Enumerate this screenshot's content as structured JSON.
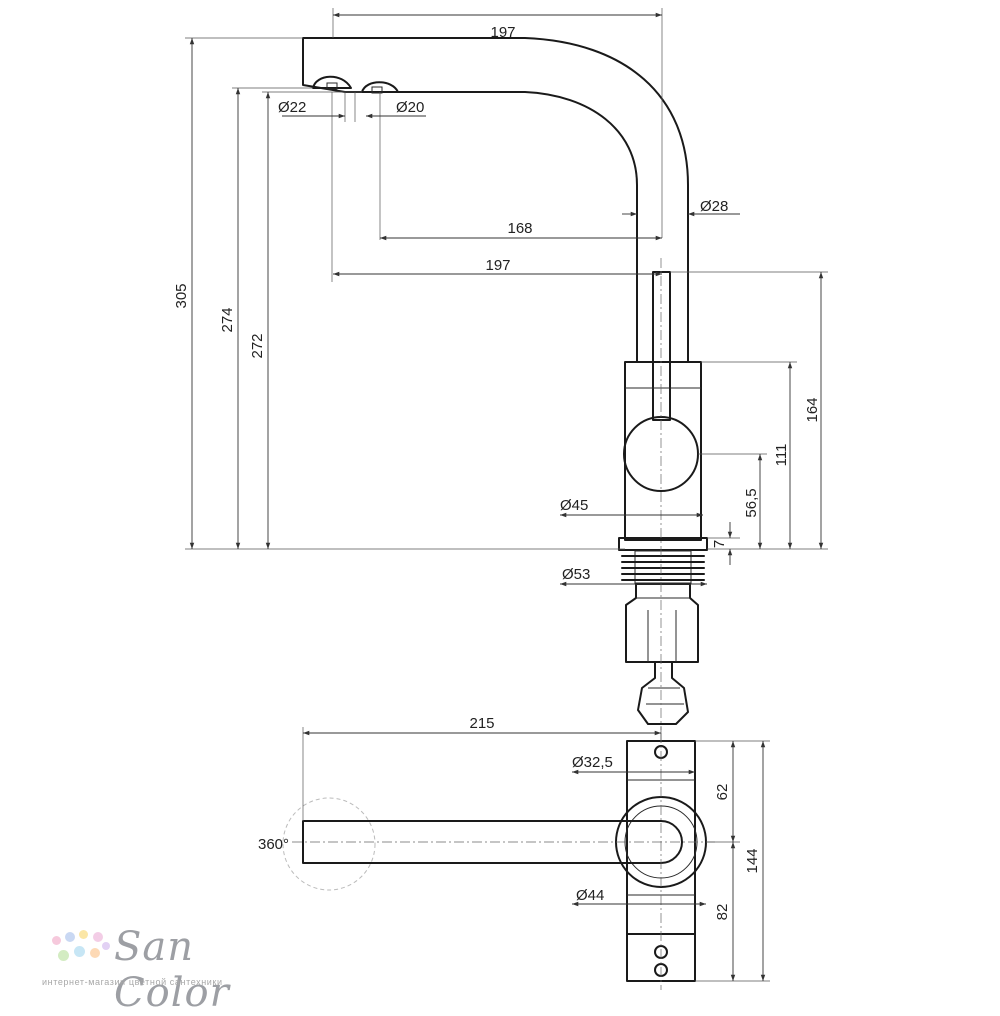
{
  "dimensions": {
    "spout_length_top": "197",
    "spout_length_bottom": "197",
    "outlet_offset": "168",
    "total_height": "305",
    "outlet_height": "274",
    "outlet_height_2": "272",
    "outlet_diameter_1": "Ø22",
    "outlet_diameter_2": "Ø20",
    "spout_diameter": "Ø28",
    "body_diameter": "Ø45",
    "base_diameter": "Ø53",
    "handle_height": "164",
    "body_height": "111",
    "lever_axis_height": "56,5",
    "base_ring_height": "7",
    "top_view_length": "215",
    "top_view_diameter": "Ø32,5",
    "top_view_diameter_2": "Ø44",
    "top_view_front": "62",
    "top_view_back": "82",
    "top_view_total": "144",
    "rotation": "360°"
  },
  "logo": {
    "name": "San Color",
    "tagline": "интернет-магазин цветной сантехники",
    "dot_colors": [
      "#f6c9dc",
      "#c9d8f3",
      "#fbe6a6",
      "#d3ecc2",
      "#f3cde6",
      "#c7e6f5",
      "#fdd9b5",
      "#e2d1f4"
    ]
  }
}
